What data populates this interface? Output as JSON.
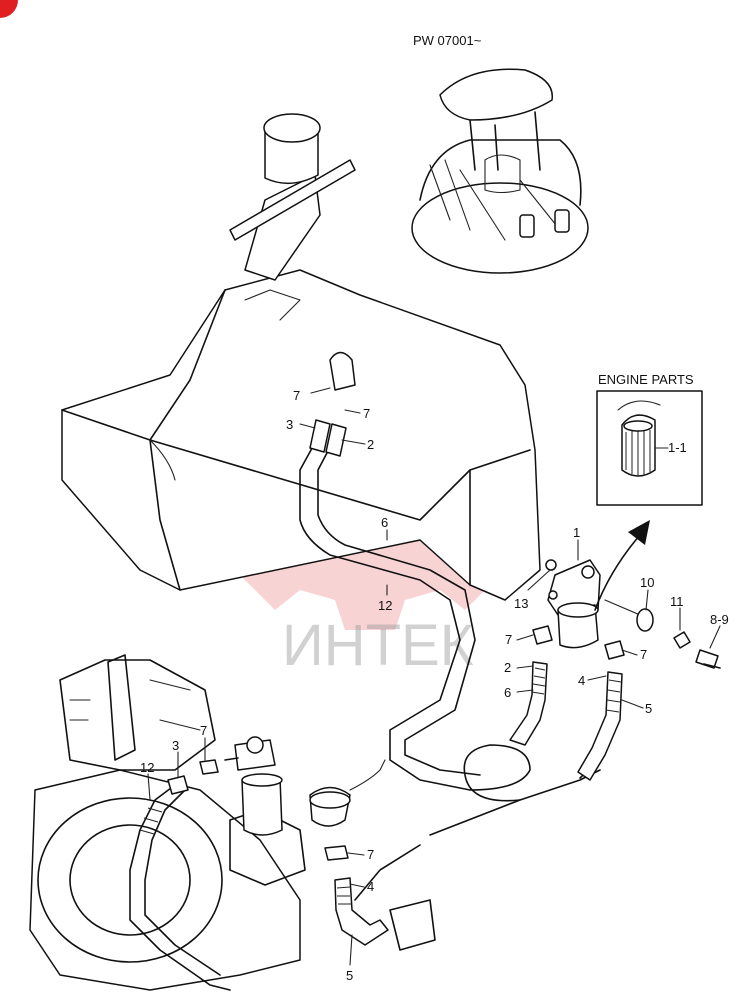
{
  "header": {
    "serial_note": "PW 07001~"
  },
  "inset": {
    "title": "ENGINE PARTS",
    "part_label": "1-1"
  },
  "watermark": {
    "text": "ИНТЕК",
    "color": "#e23b3b"
  },
  "callouts": {
    "c1": "1",
    "c2a": "2",
    "c2b": "2",
    "c3a": "3",
    "c3b": "3",
    "c4a": "4",
    "c4b": "4",
    "c5a": "5",
    "c5b": "5",
    "c6a": "6",
    "c6b": "6",
    "c7a": "7",
    "c7b": "7",
    "c7c": "7",
    "c7d": "7",
    "c7e": "7",
    "c7f": "7",
    "c10": "10",
    "c11": "11",
    "c89": "8-9",
    "c12a": "12",
    "c12b": "12",
    "c13": "13"
  },
  "icons": [
    "fuel-tank-icon",
    "fuel-filter-icon",
    "hose-clamp-icon",
    "machine-thumbnail-icon",
    "gear-watermark-icon"
  ]
}
